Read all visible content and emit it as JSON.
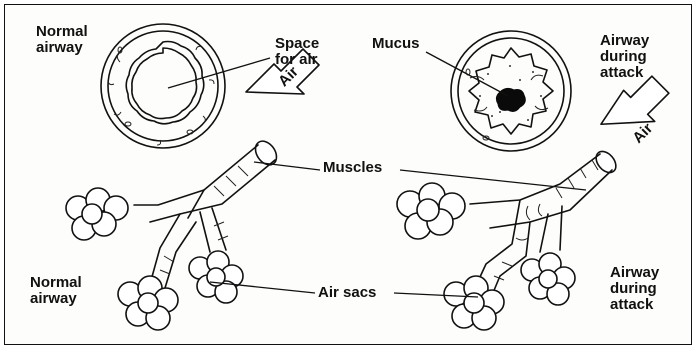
{
  "labels": {
    "normal_airway_top": "Normal\nairway",
    "space_for_air": "Space\nfor air",
    "mucus": "Mucus",
    "airway_attack_top": "Airway\nduring\nattack",
    "air_left": "Air",
    "air_right": "Air",
    "muscles": "Muscles",
    "normal_airway_bottom": "Normal\nairway",
    "air_sacs": "Air sacs",
    "airway_attack_bottom": "Airway\nduring\nattack"
  },
  "colors": {
    "ink": "#111111",
    "mucus": "#0a0a0a",
    "background": "#ffffff"
  }
}
